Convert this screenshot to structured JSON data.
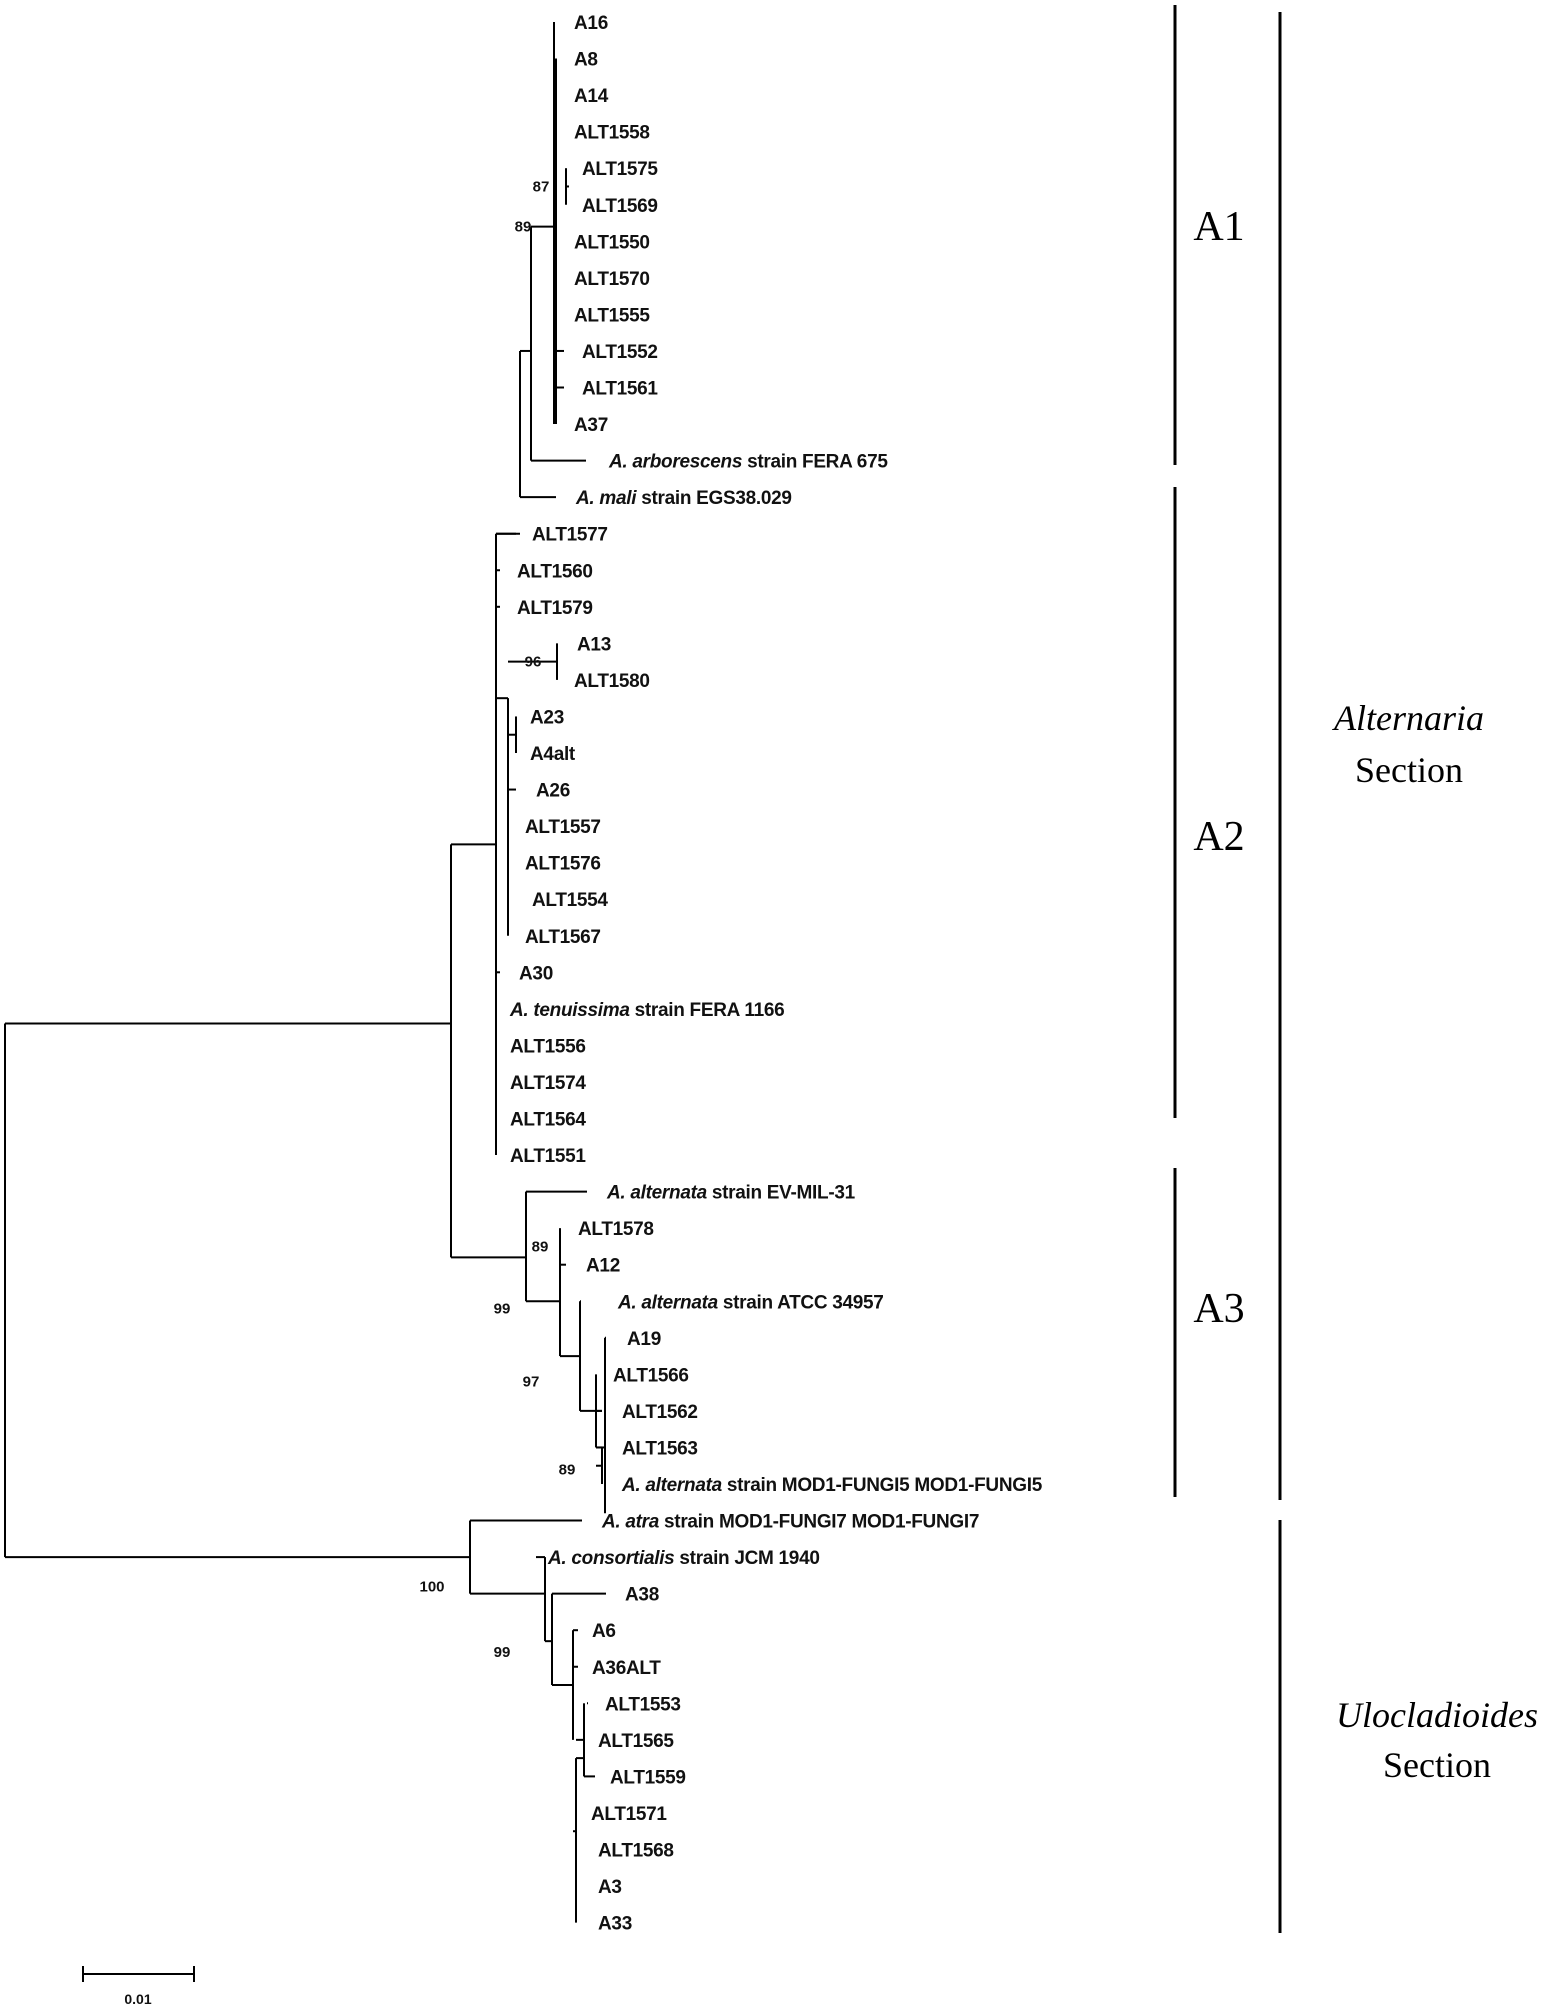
{
  "tree": {
    "taxa": [
      {
        "genus": "",
        "species": "",
        "label": "A16"
      },
      {
        "genus": "",
        "species": "",
        "label": "A8"
      },
      {
        "genus": "",
        "species": "",
        "label": "A14"
      },
      {
        "genus": "",
        "species": "",
        "label": "ALT1558"
      },
      {
        "genus": "",
        "species": "",
        "label": "ALT1575"
      },
      {
        "genus": "",
        "species": "",
        "label": "ALT1569"
      },
      {
        "genus": "",
        "species": "",
        "label": "ALT1550"
      },
      {
        "genus": "",
        "species": "",
        "label": "ALT1570"
      },
      {
        "genus": "",
        "species": "",
        "label": "ALT1555"
      },
      {
        "genus": "",
        "species": "",
        "label": "ALT1552"
      },
      {
        "genus": "",
        "species": "",
        "label": "ALT1561"
      },
      {
        "genus": "",
        "species": "",
        "label": "A37"
      },
      {
        "genus": "A.",
        "species": "arborescens",
        "label": " strain FERA 675"
      },
      {
        "genus": "A.",
        "species": "mali",
        "label": " strain EGS38.029"
      },
      {
        "genus": "",
        "species": "",
        "label": "ALT1577"
      },
      {
        "genus": "",
        "species": "",
        "label": "ALT1560"
      },
      {
        "genus": "",
        "species": "",
        "label": "ALT1579"
      },
      {
        "genus": "",
        "species": "",
        "label": "A13"
      },
      {
        "genus": "",
        "species": "",
        "label": "ALT1580"
      },
      {
        "genus": "",
        "species": "",
        "label": "A23"
      },
      {
        "genus": "",
        "species": "",
        "label": "A4alt"
      },
      {
        "genus": "",
        "species": "",
        "label": "A26"
      },
      {
        "genus": "",
        "species": "",
        "label": "ALT1557"
      },
      {
        "genus": "",
        "species": "",
        "label": "ALT1576"
      },
      {
        "genus": "",
        "species": "",
        "label": "ALT1554"
      },
      {
        "genus": "",
        "species": "",
        "label": "ALT1567"
      },
      {
        "genus": "",
        "species": "",
        "label": "A30"
      },
      {
        "genus": "A.",
        "species": "tenuissima",
        "label": " strain FERA 1166"
      },
      {
        "genus": "",
        "species": "",
        "label": "ALT1556"
      },
      {
        "genus": "",
        "species": "",
        "label": "ALT1574"
      },
      {
        "genus": "",
        "species": "",
        "label": "ALT1564"
      },
      {
        "genus": "",
        "species": "",
        "label": "ALT1551"
      },
      {
        "genus": "A.",
        "species": "alternata",
        "label": " strain EV-MIL-31"
      },
      {
        "genus": "",
        "species": "",
        "label": "ALT1578"
      },
      {
        "genus": "",
        "species": "",
        "label": "A12"
      },
      {
        "genus": "A.",
        "species": "alternata",
        "label": " strain ATCC 34957"
      },
      {
        "genus": "",
        "species": "",
        "label": "A19"
      },
      {
        "genus": "",
        "species": "",
        "label": "ALT1566"
      },
      {
        "genus": "",
        "species": "",
        "label": "ALT1562"
      },
      {
        "genus": "",
        "species": "",
        "label": "ALT1563"
      },
      {
        "genus": "A.",
        "species": "alternata",
        "label": " strain MOD1-FUNGI5 MOD1-FUNGI5"
      },
      {
        "genus": "A.",
        "species": "atra",
        "label": " strain MOD1-FUNGI7 MOD1-FUNGI7"
      },
      {
        "genus": "A.",
        "species": "consortialis",
        "label": " strain JCM 1940"
      },
      {
        "genus": "",
        "species": "",
        "label": "A38"
      },
      {
        "genus": "",
        "species": "",
        "label": "A6"
      },
      {
        "genus": "",
        "species": "",
        "label": "A36ALT"
      },
      {
        "genus": "",
        "species": "",
        "label": "ALT1553"
      },
      {
        "genus": "",
        "species": "",
        "label": "ALT1565"
      },
      {
        "genus": "",
        "species": "",
        "label": "ALT1559"
      },
      {
        "genus": "",
        "species": "",
        "label": "ALT1571"
      },
      {
        "genus": "",
        "species": "",
        "label": "ALT1568"
      },
      {
        "genus": "",
        "species": "",
        "label": "A3"
      },
      {
        "genus": "",
        "species": "",
        "label": "A33"
      }
    ],
    "bootstrap": [
      "87",
      "89",
      "96",
      "89",
      "99",
      "97",
      "89",
      "100",
      "99"
    ],
    "clades": [
      "A1",
      "A2",
      "A3"
    ],
    "sections": [
      {
        "name": "Alternaria",
        "suffix": "Section"
      },
      {
        "name": "Ulocladioides",
        "suffix": "Section"
      }
    ],
    "scale_bar_label": "0.01"
  }
}
